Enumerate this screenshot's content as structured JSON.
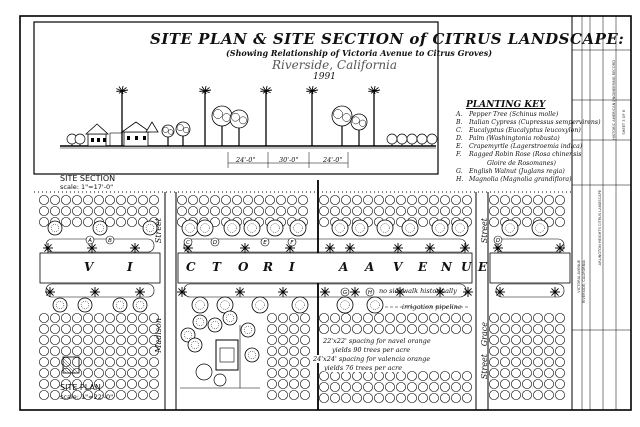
{
  "title": "SITE PLAN & SITE SECTION of CITRUS LANDSCAPE:",
  "subtitle": "(Showing Relationship of Victoria Avenue to Citrus Groves)",
  "place": "Riverside, California",
  "year": "1991",
  "planting_key": {
    "title": "PLANTING KEY",
    "items": [
      {
        "letter": "A.",
        "text": "Pepper Tree (Schinus molle)"
      },
      {
        "letter": "B.",
        "text": "Italian Cypress (Cupressus sempervirens)"
      },
      {
        "letter": "C.",
        "text": "Eucalyptus (Eucalyptus leucoxylon)"
      },
      {
        "letter": "D.",
        "text": "Palm (Washingtonia robusta)"
      },
      {
        "letter": "E.",
        "text": "Crapemyrtle (Lagerstroemia indica)"
      },
      {
        "letter": "F.",
        "text": "Ragged Robin Rose (Rosa chinensis"
      },
      {
        "letter": "",
        "text": "Gloire de Rosomanes)"
      },
      {
        "letter": "G.",
        "text": "English Walnut (Juglans regia)"
      },
      {
        "letter": "H.",
        "text": "Magnolia (Magnolia grandiflora)"
      }
    ]
  },
  "section": {
    "label": "SITE SECTION",
    "scale": "scale: 1\"=17'-0\"",
    "dims": [
      "24'-0\"",
      "30'-0\"",
      "24'-0\""
    ]
  },
  "plan": {
    "label": "SITE PLAN",
    "scale": "scale: 1\"=22'-0\"",
    "avenue_letters": [
      "V",
      "I",
      "C",
      "T",
      "O",
      "R",
      "I",
      "A",
      "A",
      "V",
      "E",
      "N",
      "U",
      "E"
    ],
    "streets": [
      "Street",
      "Madison",
      "Street",
      "Grace",
      "Street"
    ],
    "notes": {
      "no_sidewalk": "no sidewalk historically",
      "pipeline": "irrigation pipeline",
      "navel": "22'x22' spacing for navel orange",
      "navel_yield": "yields 90 trees per acre",
      "valencia": "24'x24' spacing for valencia orange",
      "valencia_yield": "yields 76 trees per acre"
    },
    "markers": [
      "A",
      "B",
      "C",
      "D",
      "E",
      "F",
      "G",
      "H",
      "D"
    ]
  },
  "title_block": {
    "left": "VICTORIA AVENUE",
    "left2": "RIVERSIDE, CALIFORNIA",
    "center": "ARLINGTON HEIGHTS CITRUS LANDSCAPE",
    "right": "HISTORIC AMERICAN ENGINEERING RECORD",
    "sheet": "SHEET 3 OF 8"
  }
}
